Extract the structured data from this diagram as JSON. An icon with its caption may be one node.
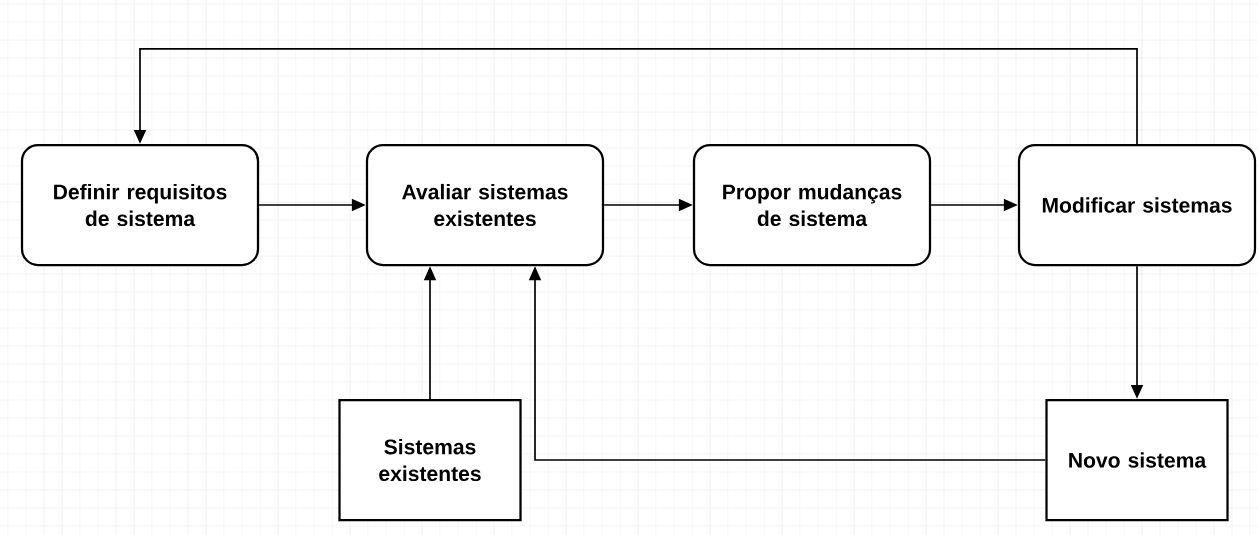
{
  "diagram": {
    "nodes": [
      {
        "text": [
          "Definir requisitos de sistema"
        ]
      },
      {
        "text": [
          "Avaliar sistemas existentes"
        ]
      },
      {
        "text": [
          "Propor mudanças de sistema"
        ]
      },
      {
        "text": [
          "Modificar sistemas"
        ]
      },
      {
        "text": [
          "Sistemas existentes"
        ]
      },
      {
        "text": [
          "Novo sistema"
        ]
      }
    ],
    "edges": [
      {
        "from": 0,
        "to": 1,
        "arrow": "to"
      },
      {
        "from": 1,
        "to": 2,
        "arrow": "to"
      },
      {
        "from": 2,
        "to": 3,
        "arrow": "to"
      },
      {
        "from": 3,
        "to": 0,
        "arrow": "to"
      },
      {
        "from": 3,
        "to": 5,
        "arrow": "to"
      },
      {
        "from": 4,
        "to": 1,
        "arrow": "to"
      },
      {
        "from": 5,
        "to": 1,
        "arrow": "to"
      }
    ]
  }
}
